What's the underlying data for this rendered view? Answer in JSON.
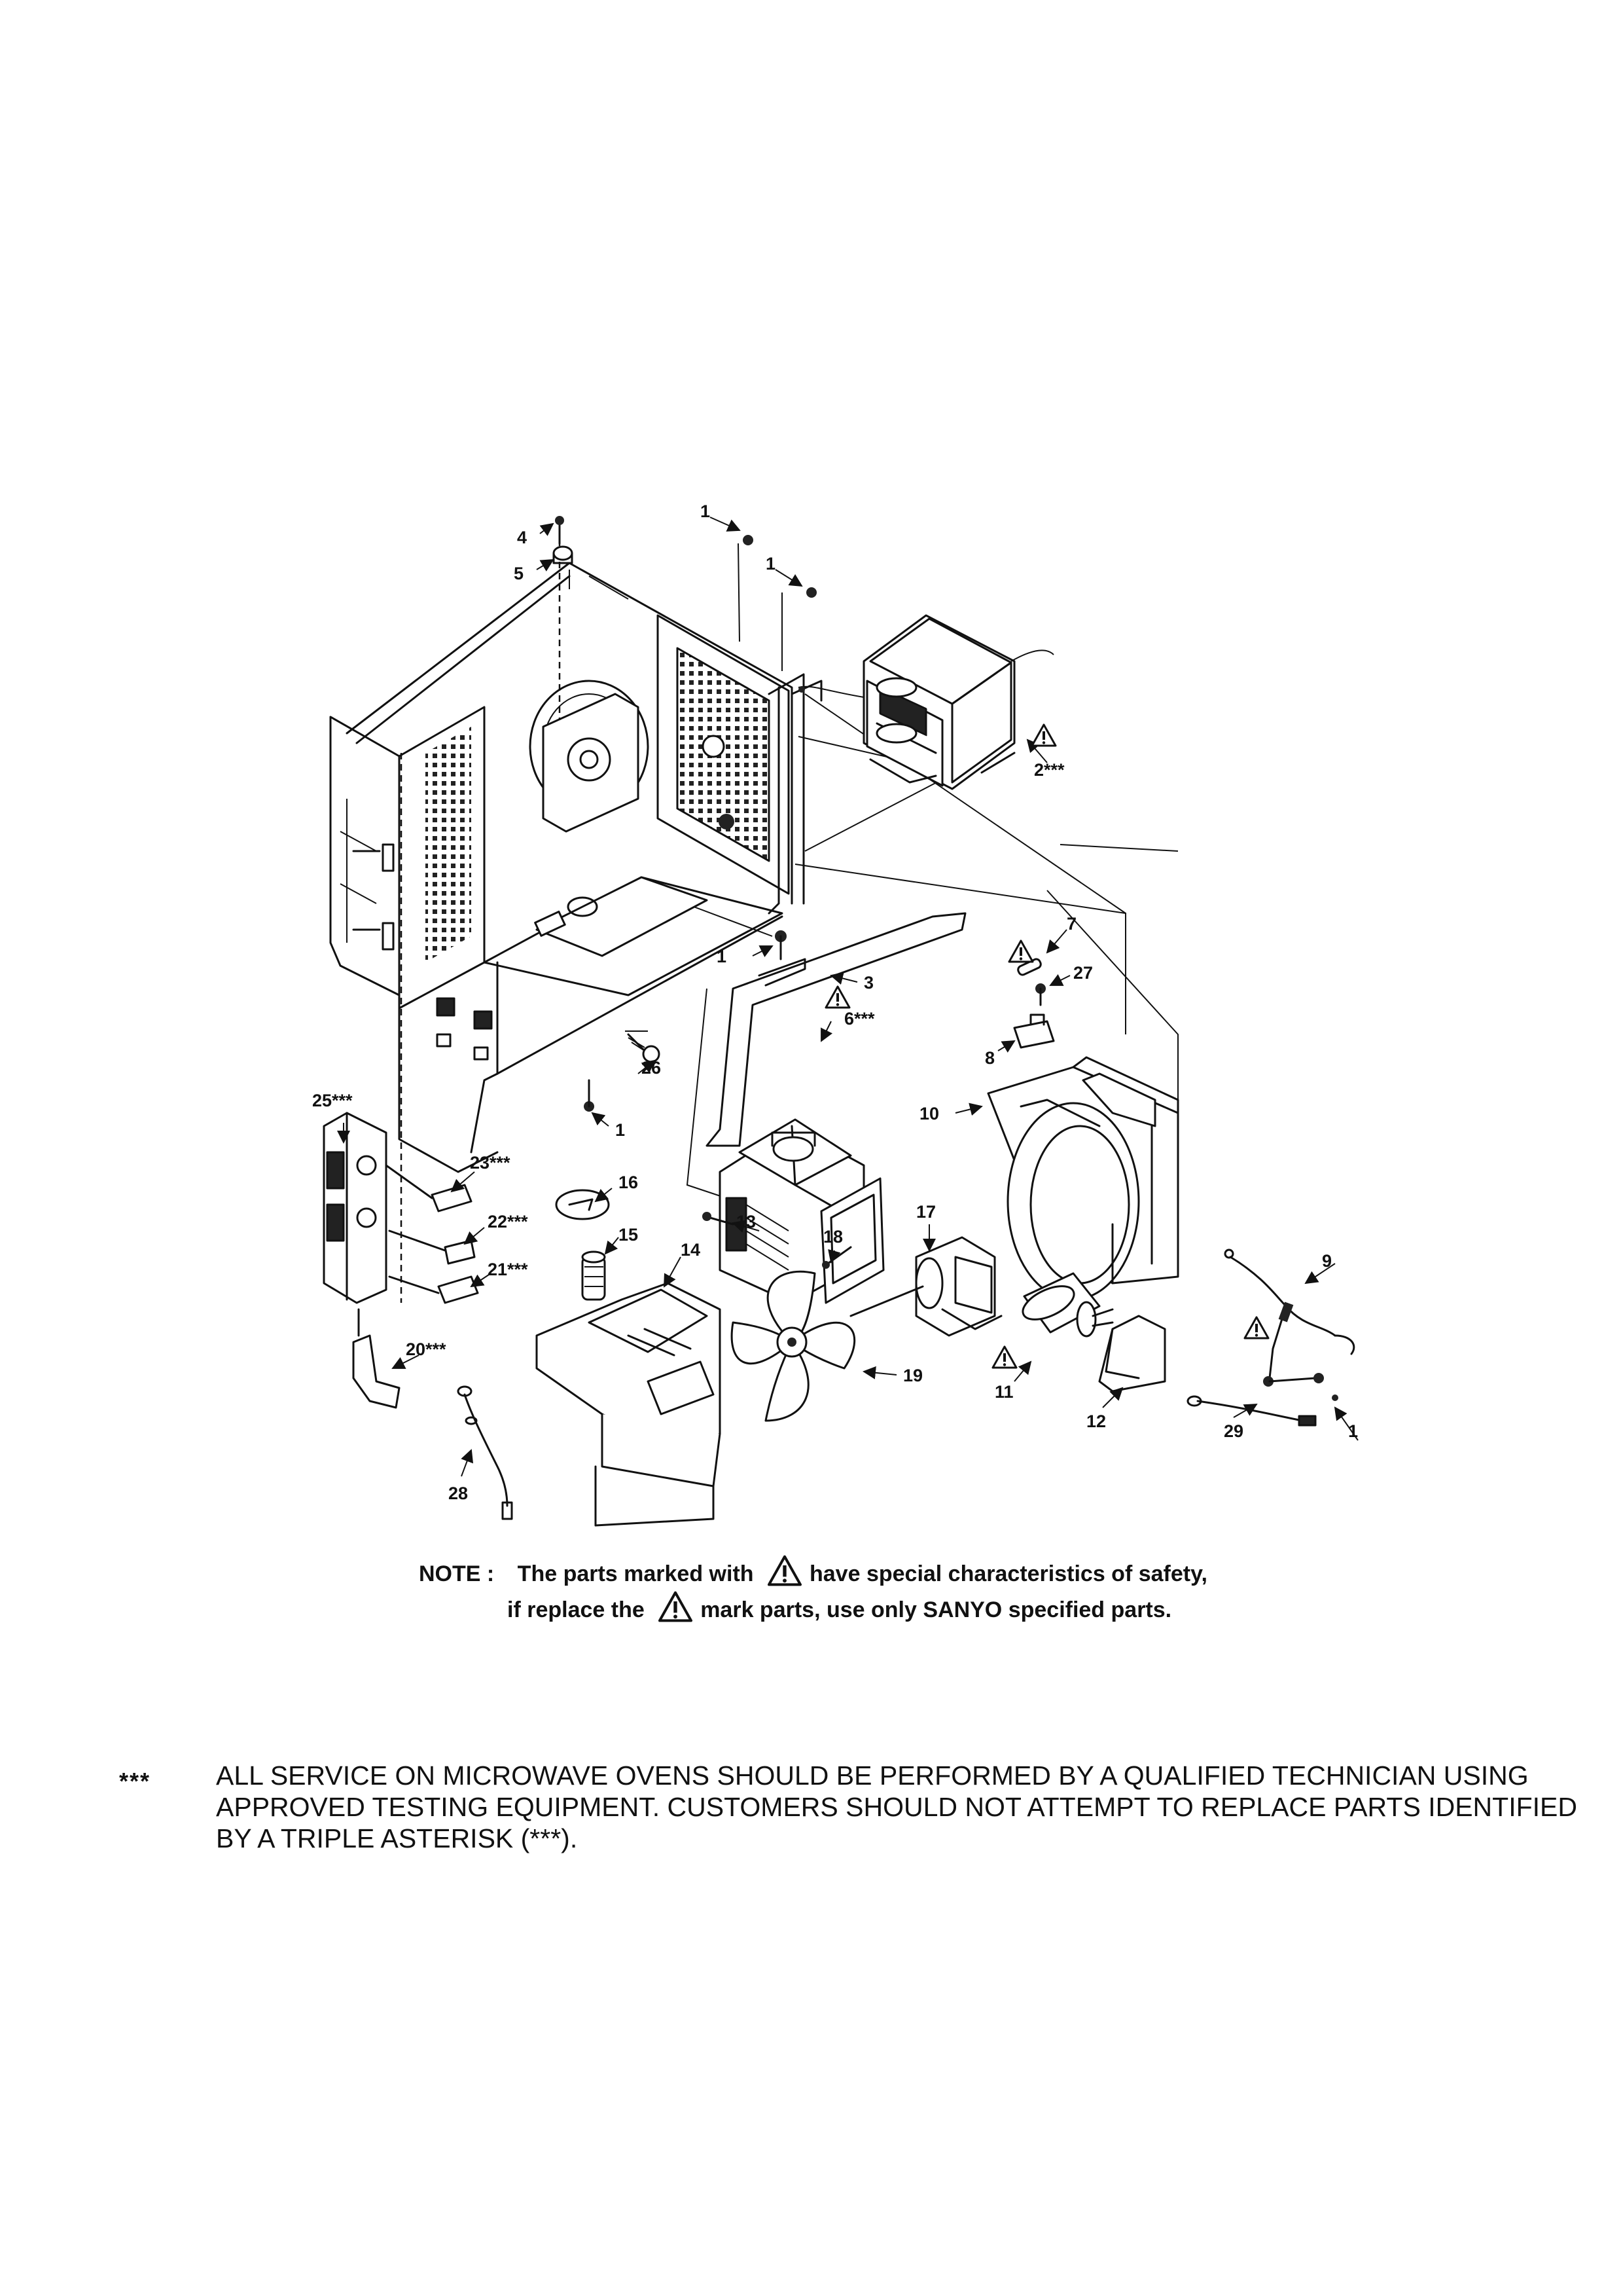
{
  "callouts": {
    "c1a": "1",
    "c1b": "1",
    "c1c": "1",
    "c1d": "1",
    "c1e": "1",
    "c2": "2***",
    "c3": "3",
    "c4": "4",
    "c5": "5",
    "c6": "6***",
    "c7": "7",
    "c8": "8",
    "c9": "9",
    "c10": "10",
    "c11": "11",
    "c12": "12",
    "c13": "13",
    "c14": "14",
    "c15": "15",
    "c16": "16",
    "c17": "17",
    "c18": "18",
    "c19": "19",
    "c20": "20***",
    "c21": "21***",
    "c22": "22***",
    "c23": "23***",
    "c25": "25***",
    "c26": "26",
    "c27": "27",
    "c28": "28",
    "c29": "29"
  },
  "note": {
    "label": "NOTE :",
    "line1_a": "The parts marked with",
    "line1_b": "have special characteristics of safety,",
    "line2_a": "if replace the",
    "line2_b": "mark parts, use only SANYO specified parts."
  },
  "service": {
    "marker": "***",
    "text": "ALL SERVICE ON MICROWAVE OVENS SHOULD BE PERFORMED BY A QUALIFIED TECHNICIAN USING APPROVED TESTING EQUIPMENT. CUSTOMERS SHOULD NOT ATTEMPT TO REPLACE PARTS IDENTIFIED BY A TRIPLE ASTERISK (***)."
  }
}
